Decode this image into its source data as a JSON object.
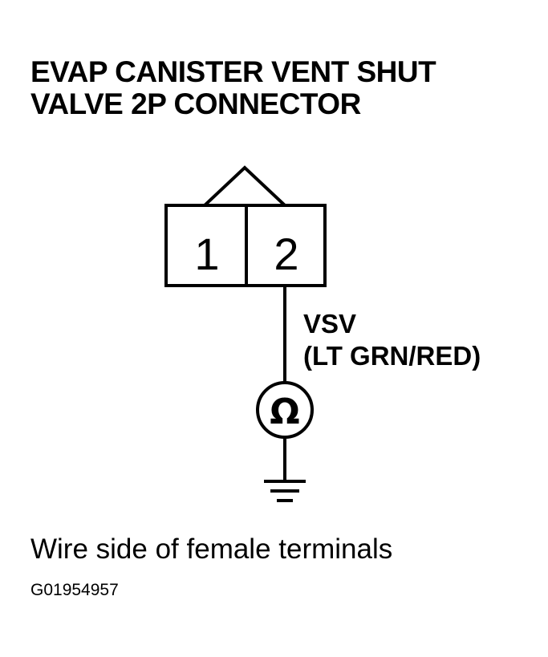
{
  "title": {
    "line1": "EVAP CANISTER VENT SHUT",
    "line2": "VALVE 2P CONNECTOR"
  },
  "connector": {
    "terminals": [
      {
        "number": "1"
      },
      {
        "number": "2"
      }
    ]
  },
  "wire": {
    "signal": "VSV",
    "color_code": "(LT GRN/RED)"
  },
  "meter": {
    "symbol": "Ω",
    "icon": "ohmmeter-icon"
  },
  "ground": {
    "icon": "ground-symbol-icon"
  },
  "caption": "Wire side of female terminals",
  "figure_id": "G01954957"
}
